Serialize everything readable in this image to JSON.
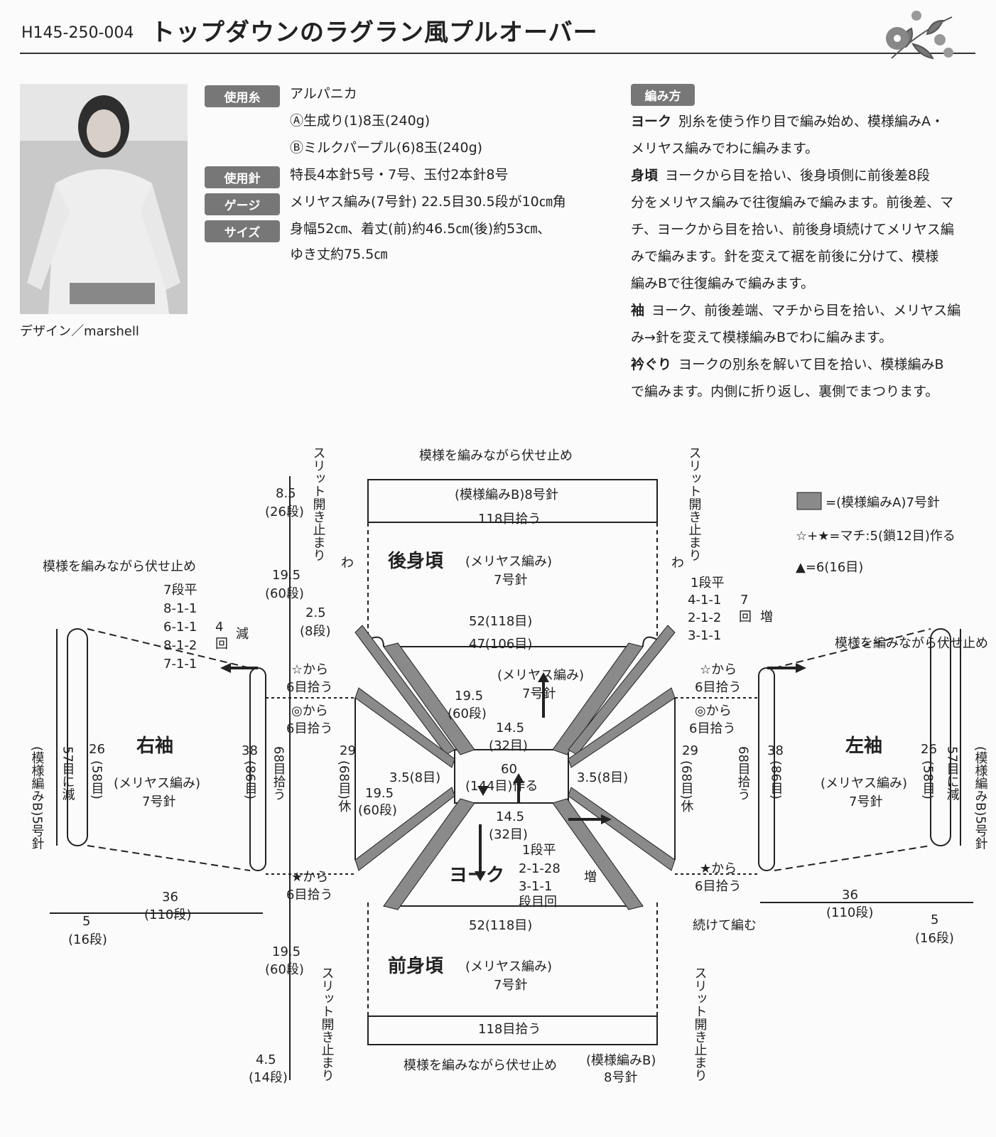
{
  "header": {
    "code": "H145-250-004",
    "title": "トップダウンのラグラン風プルオーバー"
  },
  "photo": {
    "credit": "デザイン／marshell"
  },
  "specs": {
    "yarn_tag": "使用糸",
    "yarn_name": "アルパニカ",
    "yarn_a": "Ⓐ生成り(1)8玉(240g)",
    "yarn_b": "Ⓑミルクパープル(6)8玉(240g)",
    "needle_tag": "使用針",
    "needle": "特長4本針5号・7号、玉付2本針8号",
    "gauge_tag": "ゲージ",
    "gauge": "メリヤス編み(7号針) 22.5目30.5段が10㎝角",
    "size_tag": "サイズ",
    "size_1": "身幅52㎝、着丈(前)約46.5㎝(後)約53㎝、",
    "size_2": "ゆき丈約75.5㎝"
  },
  "method": {
    "tag": "編み方",
    "yoke_head": "ヨーク",
    "yoke_1": "別糸を使う作り目で編み始め、模様編みA・",
    "yoke_2": "メリヤス編みでわに編みます。",
    "body_head": "身頃",
    "body_1": "ヨークから目を拾い、後身頃側に前後差8段",
    "body_2": "分をメリヤス編みで往復編みで編みます。前後差、マ",
    "body_3": "チ、ヨークから目を拾い、前後身頃続けてメリヤス編",
    "body_4": "みで編みます。針を変えて裾を前後に分けて、模様",
    "body_5": "編みBで往復編みで編みます。",
    "sleeve_head": "袖",
    "sleeve_1": "ヨーク、前後差端、マチから目を拾い、メリヤス編",
    "sleeve_2": "み→針を変えて模様編みBでわに編みます。",
    "neck_head": "衿ぐり",
    "neck_1": "ヨークの別糸を解いて目を拾い、模様編みB",
    "neck_2": "で編みます。内側に折り返し、裏側でまつります。"
  },
  "colors": {
    "pattern_a": "#8a8a8a",
    "line": "#222222"
  },
  "diagram": {
    "top_bindoff": "模様を編みながら伏せ止め",
    "back_hem": "(模様編みB)8号針",
    "back_pickup": "118目拾う",
    "back_title": "後身頃",
    "back_stitch": "(メリヤス編み)",
    "back_needle": "7号針",
    "left_8_5": "8.5",
    "left_26dan": "(26段)",
    "slit_left_top": "スリット開き止まり",
    "slit_right_top": "スリット開き止まり",
    "wa": "わ",
    "left_19_5": "19.5",
    "left_60dan": "(60段)",
    "left_2_5": "2.5",
    "left_8dan": "(8段)",
    "w52": "52(118目)",
    "w47": "47(106目)",
    "yoke_stitch": "(メリヤス編み)",
    "yoke_needle": "7号針",
    "yoke_19_5": "19.5",
    "yoke_60dan": "(60段)",
    "c14_5": "14.5",
    "c32": "(32目)",
    "c60": "60",
    "c144": "(144目)作る",
    "c3_5L": "3.5(8目)",
    "c3_5R": "3.5(8目)",
    "c19_5": "19.5",
    "c60dan": "(60段)",
    "b14_5": "14.5",
    "b32": "(32目)",
    "yoke_inc_1": "1段平",
    "yoke_inc_2": "2-1-28",
    "yoke_inc_3": "3-1-1",
    "yoke_inc_4": "段目回",
    "yoke_inc_label": "増",
    "yoke_title": "ヨーク",
    "f52": "52(118目)",
    "front_title": "前身頃",
    "front_stitch": "(メリヤス編み)",
    "front_needle": "7号針",
    "front_pickup": "118目拾う",
    "bottom_bindoff": "模様を編みながら伏せ止め",
    "front_hem_1": "(模様編みB)",
    "front_hem_2": "8号針",
    "front_19_5": "19.5",
    "front_60dan": "(60段)",
    "front_4_5": "4.5",
    "front_14dan": "(14段)",
    "slit_left_bottom": "スリット開き止まり",
    "slit_right_bottom": "スリット開き止まり",
    "rs_bindoff": "模様を編みながら伏せ止め",
    "rs_dec_1": "7段平",
    "rs_dec_2": "8-1-1",
    "rs_dec_3": "6-1-1",
    "rs_dec_4": "8-1-2",
    "rs_dec_5": "7-1-1",
    "rs_dec_n": "4",
    "rs_dec_kai": "回",
    "rs_dec_label": "減",
    "rs_star_a": "☆から",
    "rs_star_b": "6目拾う",
    "rs_circ_a": "◎から",
    "rs_circ_b": "6目拾う",
    "rs_title": "右袖",
    "rs_stitch": "(メリヤス編み)",
    "rs_needle": "7号針",
    "rs_cuff": "(模様編みB)5号針",
    "rs_57": "57目に減",
    "rs_26": "26",
    "rs_58": "(58目)",
    "rs_38": "38",
    "rs_86": "(86目)",
    "rs_68": "68目拾う",
    "rs_bstar_a": "★から",
    "rs_bstar_b": "6目拾う",
    "rs_36": "36",
    "rs_110": "(110段)",
    "rs_5": "5",
    "rs_16": "(16段)",
    "y29L": "29",
    "y68L": "(68目)休",
    "y29R": "29",
    "y68R": "(68目)休",
    "ls_inc_1": "1段平",
    "ls_inc_2": "4-1-1",
    "ls_inc_3": "2-1-2",
    "ls_inc_4": "3-1-1",
    "ls_inc_n": "7",
    "ls_inc_kai": "回",
    "ls_inc_label": "増",
    "ls_bindoff": "模様を編みながら伏せ止め",
    "ls_star_a": "☆から",
    "ls_star_b": "6目拾う",
    "ls_circ_a": "◎から",
    "ls_circ_b": "6目拾う",
    "ls_title": "左袖",
    "ls_stitch": "(メリヤス編み)",
    "ls_needle": "7号針",
    "ls_cuff": "(模様編みB)5号針",
    "ls_57": "57目に減",
    "ls_26": "26",
    "ls_58": "(58目)",
    "ls_38": "38",
    "ls_86": "(86目)",
    "ls_68": "68目拾う",
    "ls_bstar_a": "★から",
    "ls_bstar_b": "6目拾う",
    "ls_36": "36",
    "ls_110": "(110段)",
    "ls_5": "5",
    "ls_16": "(16段)",
    "continue": "続けて編む",
    "legend_a": "=(模様編みA)7号針",
    "legend_machi": "☆+★=マチ:5(鎖12目)作る",
    "legend_tri": "▲=6(16目)"
  }
}
